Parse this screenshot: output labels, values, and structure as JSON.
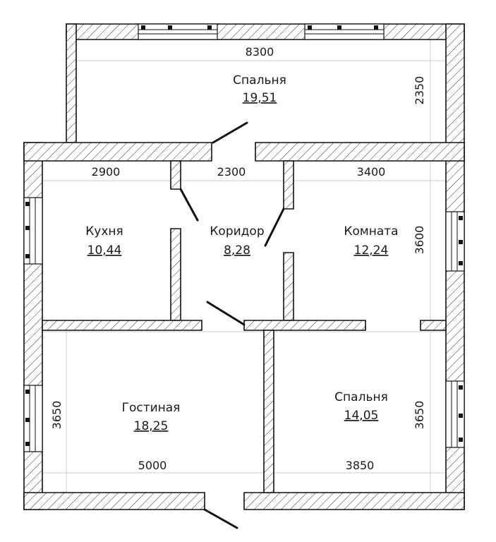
{
  "rooms": {
    "bedroom_top": {
      "name": "Спальня",
      "area": "19,51"
    },
    "kitchen": {
      "name": "Кухня",
      "area": "10,44"
    },
    "corridor": {
      "name": "Коридор",
      "area": "8,28"
    },
    "room": {
      "name": "Комната",
      "area": "12,24"
    },
    "living": {
      "name": "Гостиная",
      "area": "18,25"
    },
    "bedroom_bottom": {
      "name": "Спальня",
      "area": "14,05"
    }
  },
  "dimensions": {
    "bedroom_top_width": "8300",
    "bedroom_top_height": "2350",
    "kitchen_width": "2900",
    "corridor_width": "2300",
    "room_width": "3400",
    "room_height": "3600",
    "living_width": "5000",
    "living_height": "3650",
    "bedroom_bottom_width": "3850",
    "bedroom_bottom_height": "3650"
  }
}
